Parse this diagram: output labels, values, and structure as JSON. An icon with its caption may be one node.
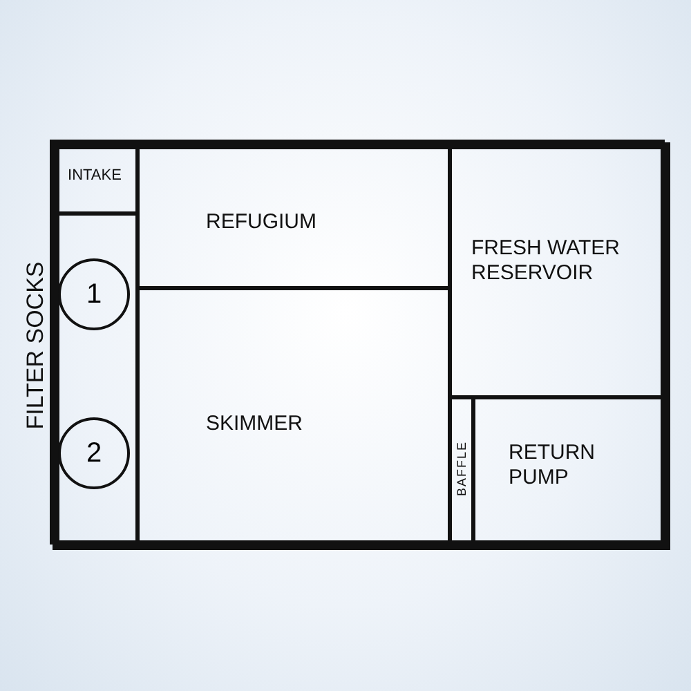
{
  "diagram": {
    "nodes": [
      {
        "text": [],
        "shape": "box"
      },
      {
        "text": [
          "INTAKE"
        ],
        "in": 0
      },
      {
        "text": [],
        "shape": "box",
        "in": 0
      },
      {
        "text": [
          "1"
        ],
        "in": 2
      },
      {
        "text": [
          "2"
        ],
        "in": 2
      },
      {
        "text": [
          "REFUGIUM"
        ],
        "in": 0
      },
      {
        "text": [
          "SKIMMER"
        ],
        "in": 0
      },
      {
        "text": [
          "FRESH WATER RESERVOIR"
        ],
        "in": 0
      },
      {
        "text": [
          "BAFFLE"
        ],
        "in": 0
      },
      {
        "text": [
          "RETURN PUMP"
        ],
        "in": 0
      }
    ],
    "labels": [
      "FILTER SOCKS"
    ]
  }
}
